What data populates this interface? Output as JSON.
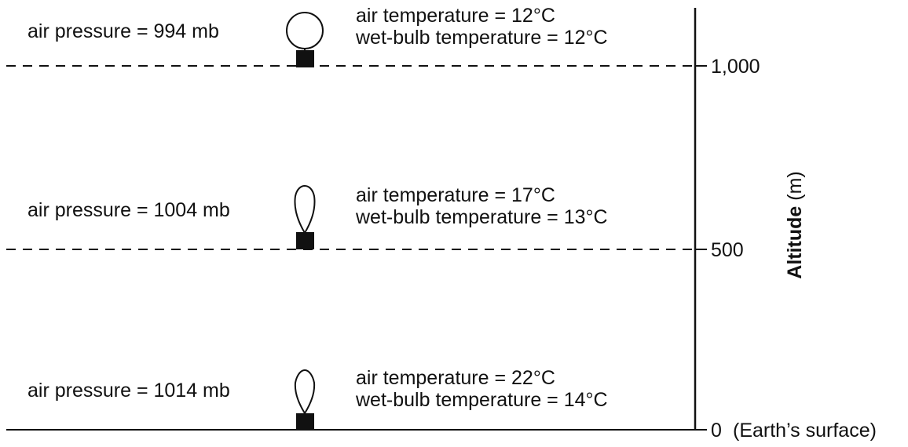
{
  "levels": [
    {
      "altitude": 1000,
      "altitude_label": "1,000",
      "pressure_text": "air pressure = 994 mb",
      "air_temp_text": "air temperature = 12°C",
      "wet_bulb_text": "wet-bulb temperature = 12°C",
      "balloon": "round"
    },
    {
      "altitude": 500,
      "altitude_label": "500",
      "pressure_text": "air pressure = 1004 mb",
      "air_temp_text": "air temperature = 17°C",
      "wet_bulb_text": "wet-bulb temperature = 13°C",
      "balloon": "teardrop"
    },
    {
      "altitude": 0,
      "altitude_label": "0",
      "pressure_text": "air pressure = 1014 mb",
      "air_temp_text": "air temperature = 22°C",
      "wet_bulb_text": "wet-bulb temperature = 14°C",
      "balloon": "teardrop-small"
    }
  ],
  "axis": {
    "title_bold": "Altitude",
    "title_unit": " (m)",
    "surface_note": "(Earth’s surface)"
  }
}
